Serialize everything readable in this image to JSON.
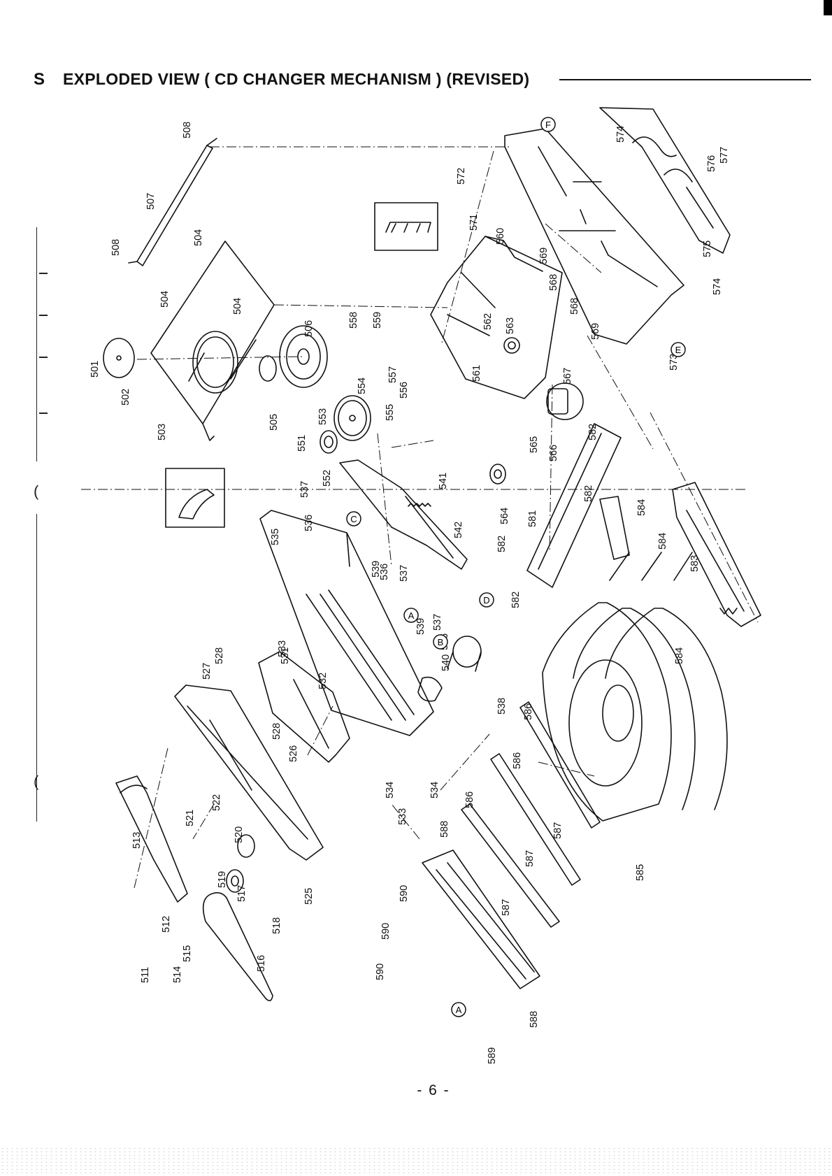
{
  "header": {
    "section_mark": "S",
    "title": "EXPLODED VIEW ( CD CHANGER MECHANISM ) (REVISED)"
  },
  "footer": {
    "page_number": "- 6 -"
  },
  "callouts": {
    "A1": "A",
    "A2": "A",
    "B": "B",
    "C": "C",
    "D": "D",
    "E": "E",
    "F": "F"
  },
  "parts": {
    "p501": "501",
    "p502": "502",
    "p503": "503",
    "p504a": "504",
    "p504b": "504",
    "p504c": "504",
    "p505": "505",
    "p506": "506",
    "p507": "507",
    "p508a": "508",
    "p508b": "508",
    "p511": "511",
    "p512": "512",
    "p513": "513",
    "p514": "514",
    "p515": "515",
    "p516": "516",
    "p517": "517",
    "p518": "518",
    "p519": "519",
    "p520": "520",
    "p521": "521",
    "p522": "522",
    "p525": "525",
    "p526": "526",
    "p527": "527",
    "p528a": "528",
    "p528b": "528",
    "p531": "531",
    "p532": "532",
    "p533a": "533",
    "p533b": "533",
    "p534a": "534",
    "p534b": "534",
    "p535": "535",
    "p536a": "536",
    "p536b": "536",
    "p536c": "536",
    "p537a": "537",
    "p537b": "537",
    "p537c": "537",
    "p538": "538",
    "p539a": "539",
    "p539b": "539",
    "p540": "540",
    "p541": "541",
    "p542": "542",
    "p551": "551",
    "p552": "552",
    "p553": "553",
    "p554": "554",
    "p555": "555",
    "p556": "556",
    "p557": "557",
    "p558": "558",
    "p559": "559",
    "p560": "560",
    "p561": "561",
    "p562": "562",
    "p563": "563",
    "p564": "564",
    "p565": "565",
    "p566": "566",
    "p567": "567",
    "p568a": "568",
    "p568b": "568",
    "p569a": "569",
    "p569b": "569",
    "p571": "571",
    "p572": "572",
    "p573": "573",
    "p574a": "574",
    "p574b": "574",
    "p575": "575",
    "p576": "576",
    "p577": "577",
    "p581": "581",
    "p582a": "582",
    "p582b": "582",
    "p582c": "582",
    "p582d": "582",
    "p583": "583",
    "p584a": "584",
    "p584b": "584",
    "p584c": "584",
    "p585": "585",
    "p586a": "586",
    "p586b": "586",
    "p586c": "586",
    "p587a": "587",
    "p587b": "587",
    "p587c": "587",
    "p588a": "588",
    "p588b": "588",
    "p589": "589",
    "p590a": "590",
    "p590b": "590",
    "p590c": "590"
  }
}
